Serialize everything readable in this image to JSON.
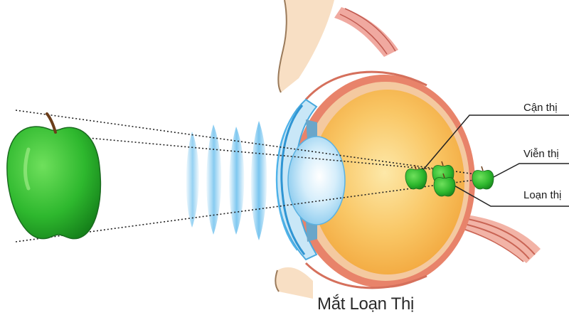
{
  "labels": {
    "myopia": "Cận thị",
    "hyperopia": "Viễn thị",
    "astigmatism": "Loạn thị"
  },
  "caption": "Mắt Loạn Thị",
  "colors": {
    "apple_green": "#2eb82e",
    "eyeball_yellow": "#f7b84d",
    "sclera_red": "#e8836a",
    "lens_blue": "#9ad2f2",
    "skin": "#f8dfc4"
  },
  "icons": {
    "object": "apple-icon",
    "image_points": "small-apple-icon"
  }
}
